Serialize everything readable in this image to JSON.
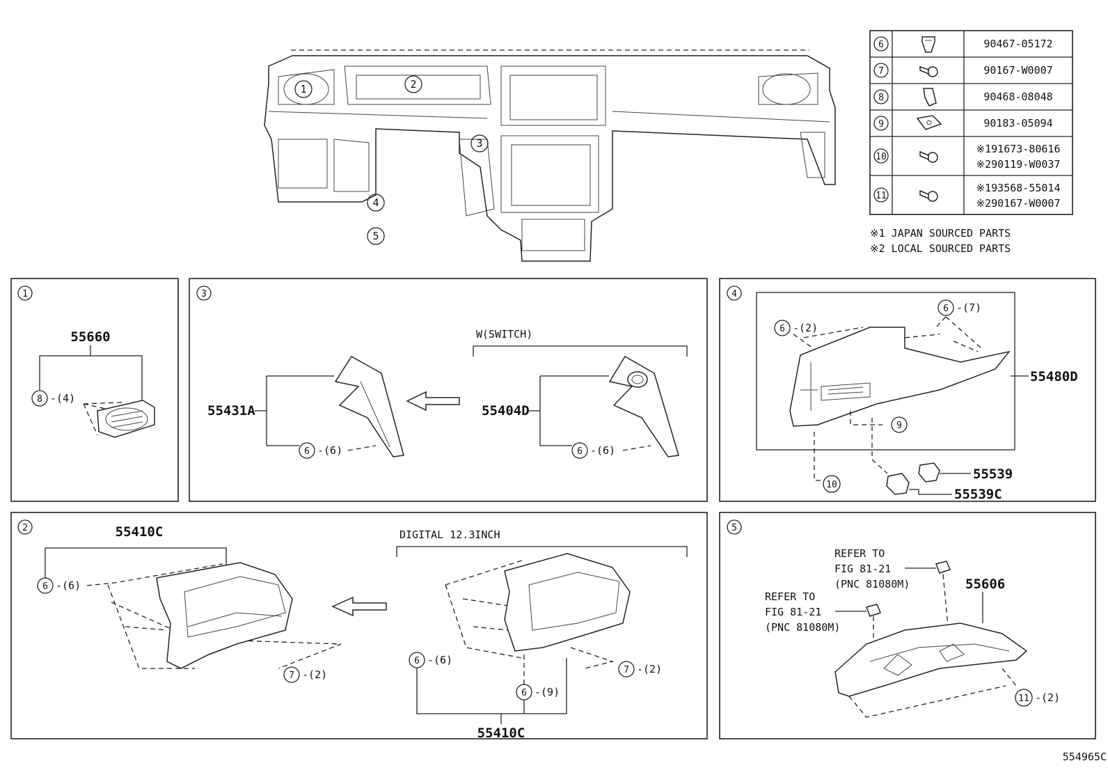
{
  "fastener_table": [
    {
      "callout": "6",
      "icon": "clip-icon",
      "parts": [
        "90467-05172"
      ]
    },
    {
      "callout": "7",
      "icon": "screw-icon",
      "parts": [
        "90167-W0007"
      ]
    },
    {
      "callout": "8",
      "icon": "clip-icon",
      "parts": [
        "90468-08048"
      ]
    },
    {
      "callout": "9",
      "icon": "nut-icon",
      "parts": [
        "90183-05094"
      ]
    },
    {
      "callout": "10",
      "icon": "screw-icon",
      "parts": [
        "※191673-80616",
        "※290119-W0037"
      ]
    },
    {
      "callout": "11",
      "icon": "screw-icon",
      "parts": [
        "※193568-55014",
        "※290167-W0007"
      ]
    }
  ],
  "notes": [
    "※1 JAPAN SOURCED PARTS",
    "※2 LOCAL SOURCED PARTS"
  ],
  "overview": {
    "callouts": [
      "1",
      "2",
      "3",
      "4",
      "5"
    ]
  },
  "panel1": {
    "label": "1",
    "part": "55660",
    "fastener": "8",
    "qty": "-(4)"
  },
  "panel3": {
    "label": "3",
    "variant_label": "W(SWITCH)",
    "left_part": "55431A",
    "right_part": "55404D",
    "fastener": "6",
    "qty_left": "-(6)",
    "qty_right": "-(6)"
  },
  "panel4": {
    "label": "4",
    "part": "55480D",
    "part_b": "55539",
    "part_c": "55539C",
    "fasteners": [
      {
        "callout": "6",
        "qty": "-(2)"
      },
      {
        "callout": "6",
        "qty": "-(7)"
      },
      {
        "callout": "9",
        "qty": ""
      },
      {
        "callout": "10",
        "qty": ""
      }
    ]
  },
  "panel2": {
    "label": "2",
    "variant_label": "DIGITAL 12.3INCH",
    "left_part": "55410C",
    "right_part": "55410C",
    "left_f6": "6",
    "left_f6_qty": "-(6)",
    "left_f7": "7",
    "left_f7_qty": "-(2)",
    "right_f6a": "6",
    "right_f6a_qty": "-(6)",
    "right_f6b": "6",
    "right_f6b_qty": "-(9)",
    "right_f7": "7",
    "right_f7_qty": "-(2)"
  },
  "panel5": {
    "label": "5",
    "part": "55606",
    "ref1": [
      "REFER TO",
      "FIG 81-21",
      "(PNC 81080M)"
    ],
    "ref2": [
      "REFER TO",
      "FIG 81-21",
      "(PNC 81080M)"
    ],
    "fastener": "11",
    "qty": "-(2)"
  },
  "diagram_id": "554965C"
}
